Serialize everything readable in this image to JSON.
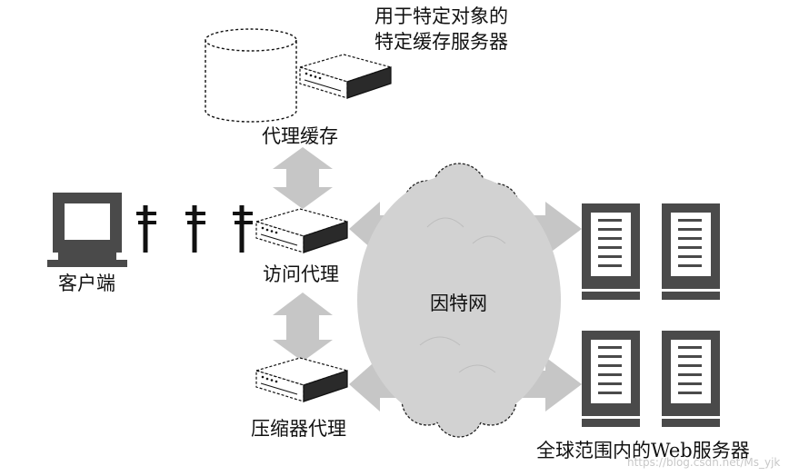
{
  "labels": {
    "specific_cache_line1": "用于特定对象的",
    "specific_cache_line2": "特定缓存服务器",
    "proxy_cache": "代理缓存",
    "client": "客户端",
    "access_proxy": "访问代理",
    "internet": "因特网",
    "compression_proxy": "压缩器代理",
    "web_servers": "全球范围内的Web服务器"
  },
  "watermark": "https://blog.csdn.net/Ms_yjk",
  "colors": {
    "arrow": "#c6c6c6",
    "cloud_fill": "#d2d2d2",
    "dark": "#4a4a4a",
    "outline": "#111111"
  },
  "icons": [
    "database-icon",
    "proxy-box-icon",
    "computer-icon",
    "network-tap-icon",
    "server-rack-icon",
    "cloud-icon"
  ]
}
